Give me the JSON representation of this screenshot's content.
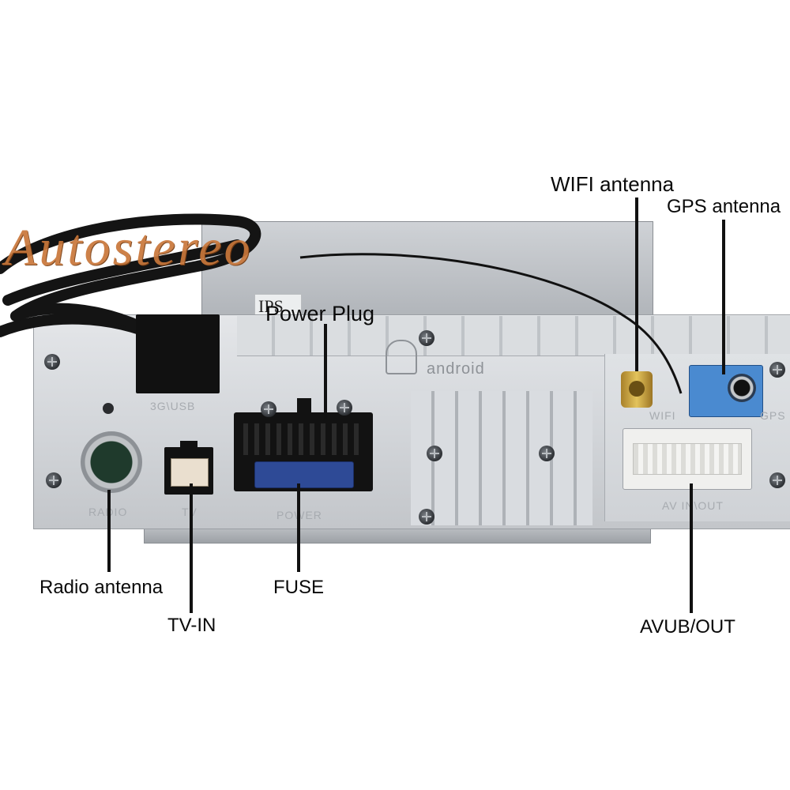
{
  "watermark": "Autostereo",
  "ports": {
    "usb": "3G\\USB",
    "radio": "RADIO",
    "tv": "TV",
    "power": "POWER",
    "wifi": "WIFI",
    "gps": "GPS",
    "av": "AV IN\\OUT",
    "android": "android",
    "gps_sticker": "IPS"
  },
  "callouts": {
    "wifi_antenna": "WIFI antenna",
    "gps_antenna": "GPS antenna",
    "power_plug": "Power Plug",
    "radio_antenna": "Radio antenna",
    "tv_in": "TV-IN",
    "fuse": "FUSE",
    "av_out": "AVUB/OUT"
  }
}
